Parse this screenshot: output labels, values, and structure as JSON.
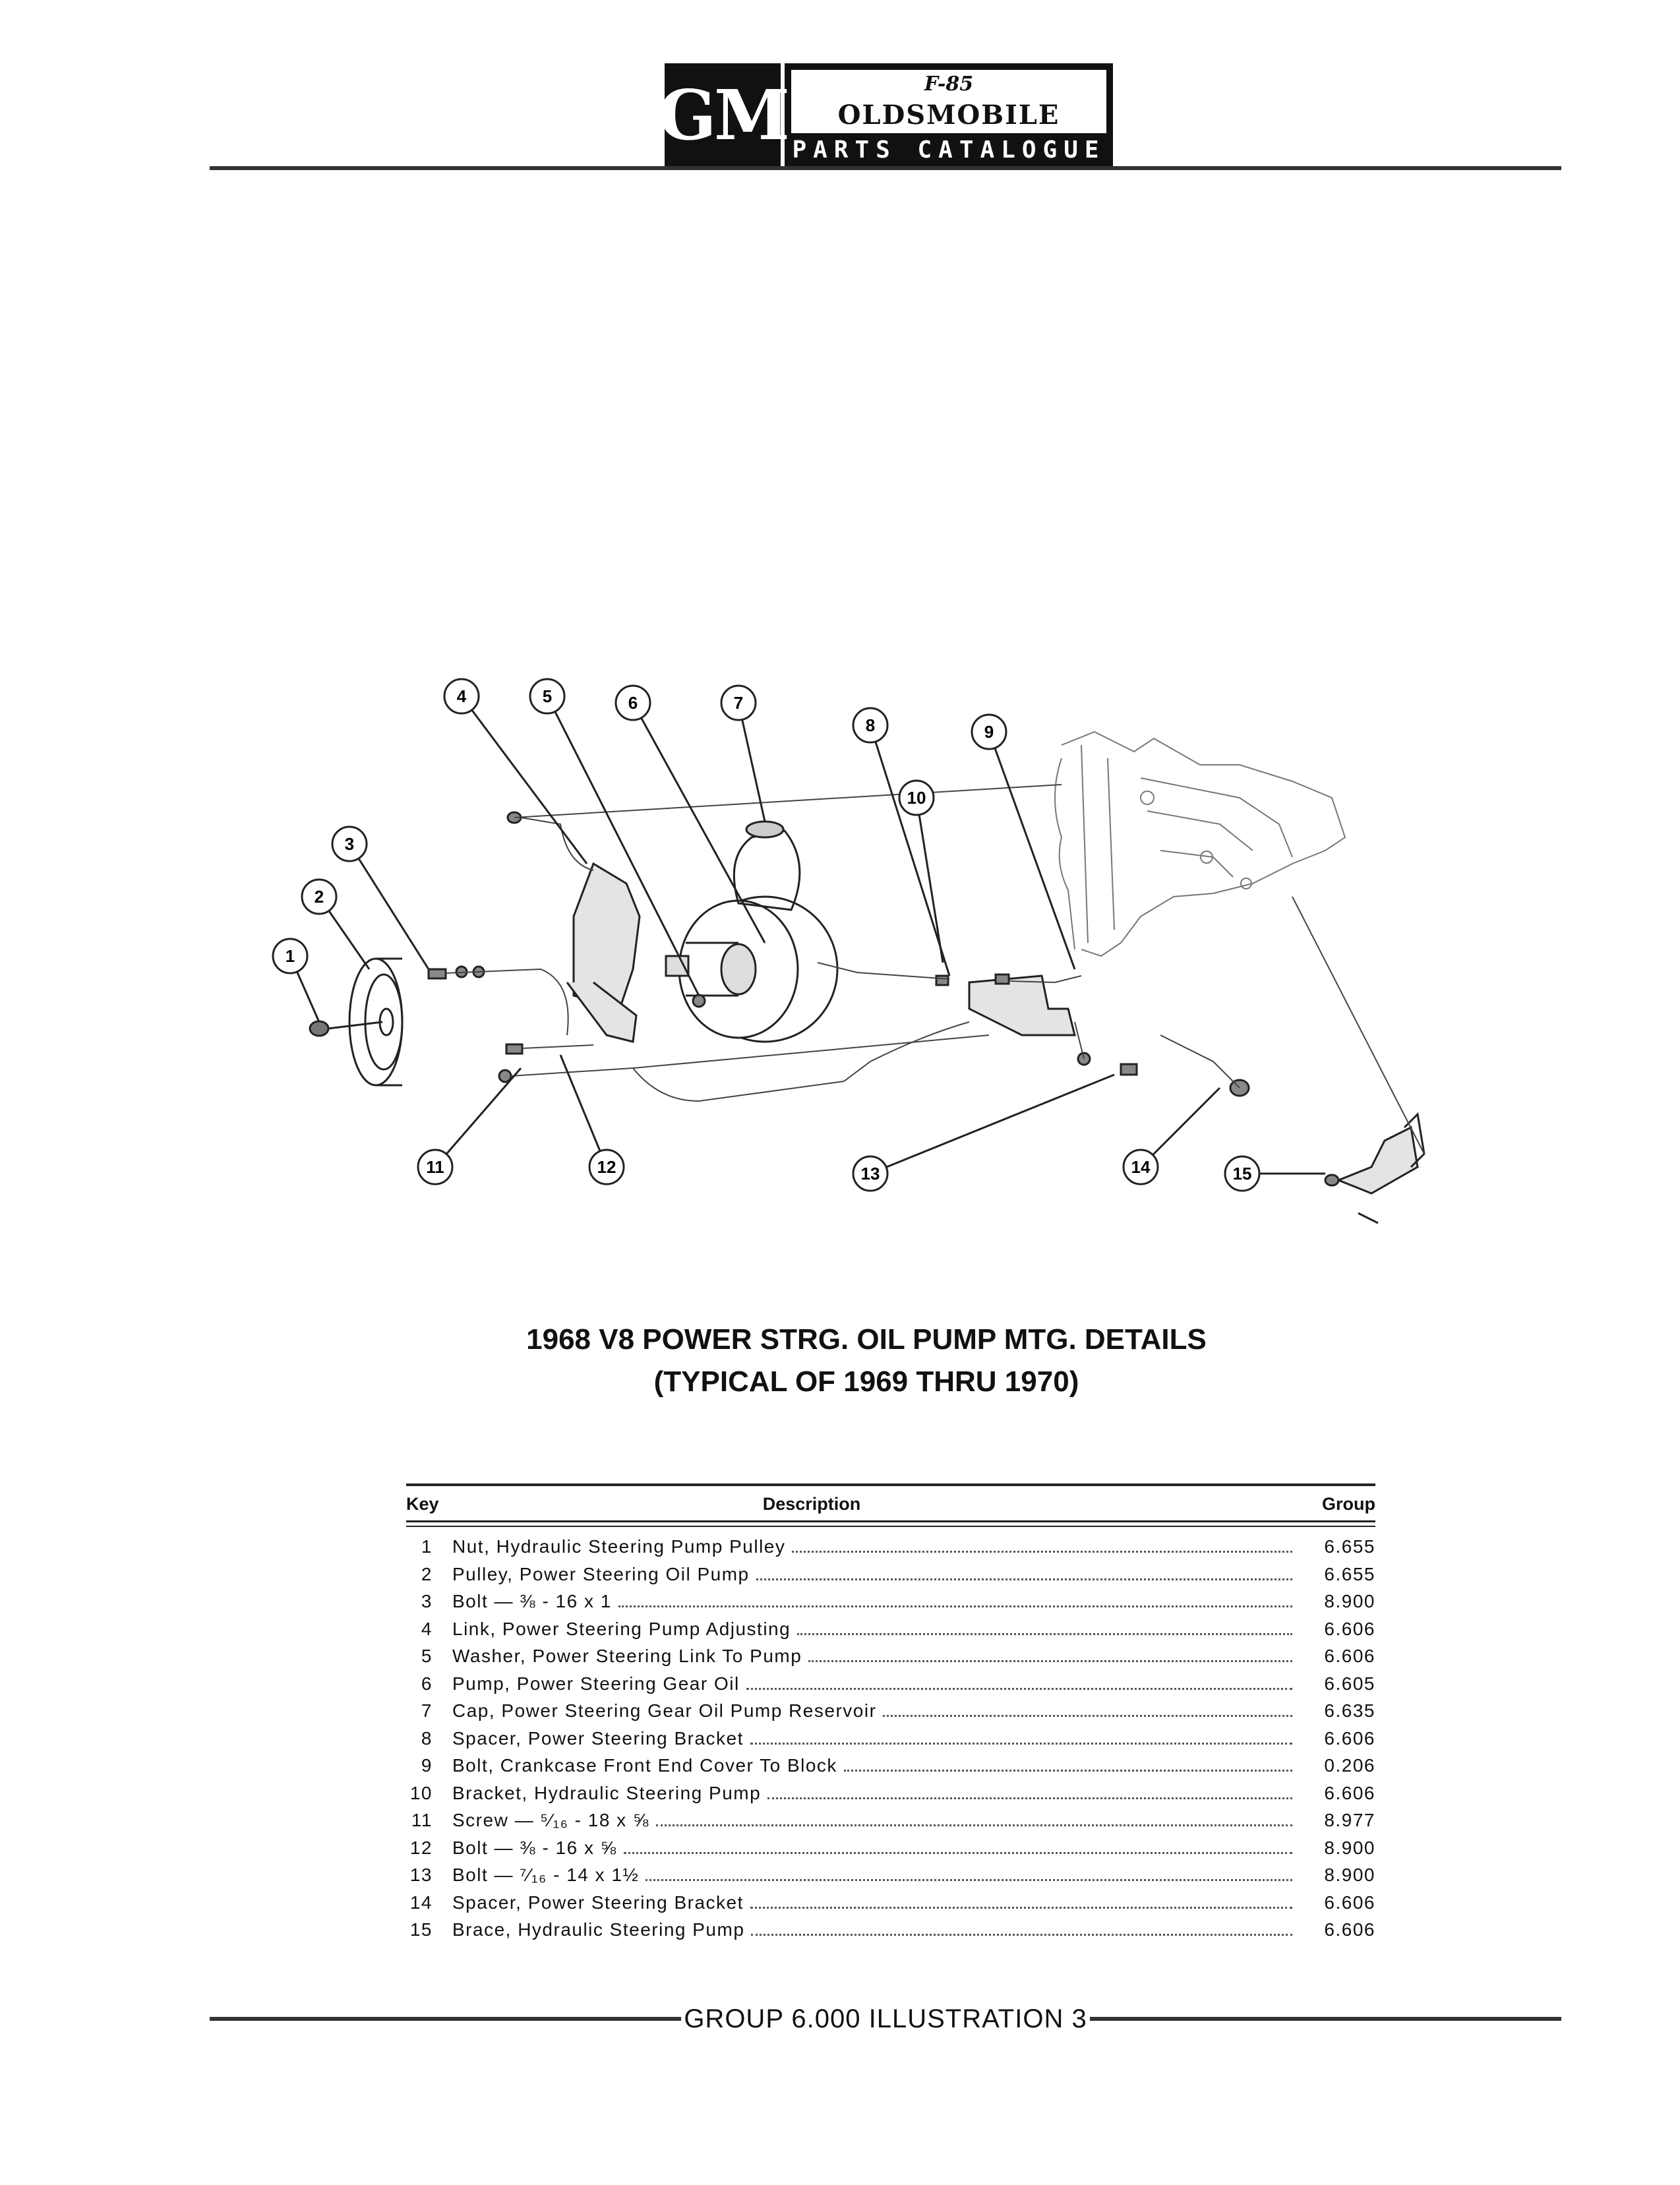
{
  "header": {
    "logo_gm": "GM",
    "logo_model": "F-85",
    "logo_brand": "OLDSMOBILE",
    "logo_sub": "PARTS CATALOGUE"
  },
  "diagram": {
    "callouts": [
      "1",
      "2",
      "3",
      "4",
      "5",
      "6",
      "7",
      "8",
      "9",
      "10",
      "11",
      "12",
      "13",
      "14",
      "15"
    ]
  },
  "title": {
    "line1": "1968 V8 POWER STRG. OIL PUMP MTG. DETAILS",
    "line2": "(TYPICAL OF 1969 THRU 1970)"
  },
  "table": {
    "headers": {
      "key": "Key",
      "description": "Description",
      "group": "Group"
    },
    "rows": [
      {
        "key": "1",
        "description": "Nut, Hydraulic Steering Pump Pulley",
        "group": "6.655"
      },
      {
        "key": "2",
        "description": "Pulley, Power Steering Oil Pump",
        "group": "6.655"
      },
      {
        "key": "3",
        "description": "Bolt — ⅜ - 16 x 1",
        "group": "8.900"
      },
      {
        "key": "4",
        "description": "Link, Power Steering Pump Adjusting",
        "group": "6.606"
      },
      {
        "key": "5",
        "description": "Washer, Power Steering Link To Pump",
        "group": "6.606"
      },
      {
        "key": "6",
        "description": "Pump, Power Steering Gear Oil",
        "group": "6.605"
      },
      {
        "key": "7",
        "description": "Cap, Power Steering Gear Oil Pump Reservoir",
        "group": "6.635"
      },
      {
        "key": "8",
        "description": "Spacer, Power Steering Bracket",
        "group": "6.606"
      },
      {
        "key": "9",
        "description": "Bolt, Crankcase Front End Cover To Block",
        "group": "0.206"
      },
      {
        "key": "10",
        "description": "Bracket, Hydraulic Steering Pump",
        "group": "6.606"
      },
      {
        "key": "11",
        "description": "Screw — ⁵⁄₁₆ - 18 x ⅝",
        "group": "8.977"
      },
      {
        "key": "12",
        "description": "Bolt — ⅜ - 16 x ⅝",
        "group": "8.900"
      },
      {
        "key": "13",
        "description": "Bolt — ⁷⁄₁₆ - 14 x 1½",
        "group": "8.900"
      },
      {
        "key": "14",
        "description": "Spacer, Power Steering Bracket",
        "group": "6.606"
      },
      {
        "key": "15",
        "description": "Brace, Hydraulic Steering Pump",
        "group": "6.606"
      }
    ]
  },
  "footer": {
    "label": "GROUP 6.000 ILLUSTRATION 3"
  }
}
